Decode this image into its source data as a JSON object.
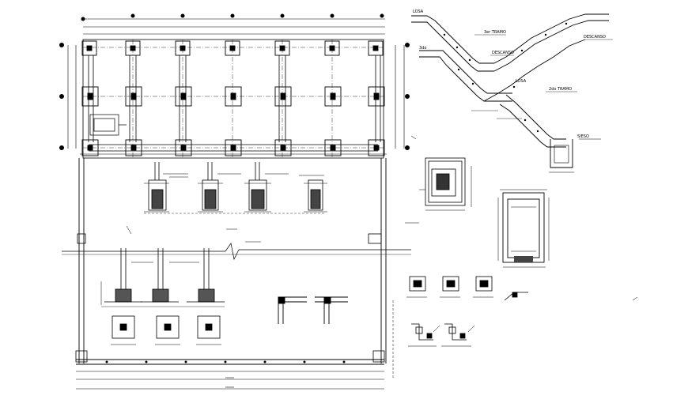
{
  "drawing": {
    "stair_labels": {
      "losa": "LOSA",
      "tramo_3": "3er TRAMO",
      "descanso_1": "DESCANSO",
      "descanso_2": "DESCANSO",
      "losa_2": "LOSA",
      "tramo_2": "2do TRAMO",
      "rasante_left": "3do",
      "rasante_right": "SIESO"
    },
    "colors": {
      "line": "#000000",
      "paper": "#ffffff",
      "hatch": "#333333"
    }
  }
}
